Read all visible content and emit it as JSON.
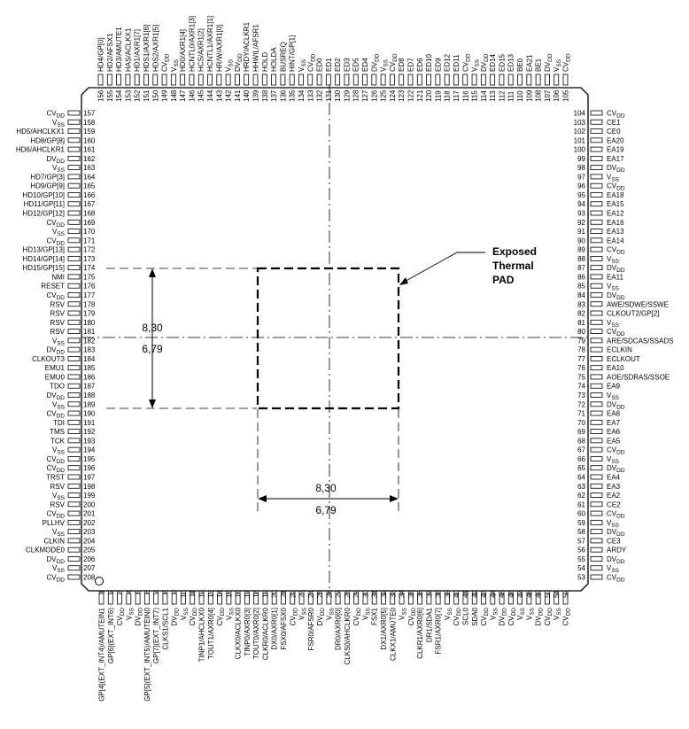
{
  "title": "",
  "pad_label": [
    "Exposed",
    "Thermal",
    "PAD"
  ],
  "dimensions": {
    "vertical_top": "8,30",
    "vertical_bottom": "6,79",
    "horizontal_top": "8,30",
    "horizontal_bottom": "6,79"
  },
  "pins": {
    "left": [
      {
        "n": "157",
        "s": "CV_DD"
      },
      {
        "n": "158",
        "s": "V_SS"
      },
      {
        "n": "159",
        "s": "HD5/AHCLKX1"
      },
      {
        "n": "160",
        "s": "HD8/GP[8]"
      },
      {
        "n": "161",
        "s": "HD6/AHCLKR1"
      },
      {
        "n": "162",
        "s": "DV_DD"
      },
      {
        "n": "163",
        "s": "V_SS"
      },
      {
        "n": "164",
        "s": "HD7/GP[3]"
      },
      {
        "n": "165",
        "s": "HD9/GP[9]"
      },
      {
        "n": "166",
        "s": "HD10/GP[10]"
      },
      {
        "n": "167",
        "s": "HD11/GP[11]"
      },
      {
        "n": "168",
        "s": "HD12/GP[12]"
      },
      {
        "n": "169",
        "s": "CV_DD"
      },
      {
        "n": "170",
        "s": "V_SS"
      },
      {
        "n": "171",
        "s": "CV_DD"
      },
      {
        "n": "172",
        "s": "HD13/GP[13]"
      },
      {
        "n": "173",
        "s": "HD14/GP[14]"
      },
      {
        "n": "174",
        "s": "HD15/GP[15]"
      },
      {
        "n": "175",
        "s": "NMI"
      },
      {
        "n": "176",
        "s": "RESET"
      },
      {
        "n": "177",
        "s": "CV_DD"
      },
      {
        "n": "178",
        "s": "RSV"
      },
      {
        "n": "179",
        "s": "RSV"
      },
      {
        "n": "180",
        "s": "RSV"
      },
      {
        "n": "181",
        "s": "RSV"
      },
      {
        "n": "182",
        "s": "V_SS"
      },
      {
        "n": "183",
        "s": "DV_DD"
      },
      {
        "n": "184",
        "s": "CLKOUT3"
      },
      {
        "n": "185",
        "s": "EMU1"
      },
      {
        "n": "186",
        "s": "EMU0"
      },
      {
        "n": "187",
        "s": "TDO"
      },
      {
        "n": "188",
        "s": "DV_DD"
      },
      {
        "n": "189",
        "s": "V_SS"
      },
      {
        "n": "190",
        "s": "CV_DD"
      },
      {
        "n": "191",
        "s": "TDI"
      },
      {
        "n": "192",
        "s": "TMS"
      },
      {
        "n": "193",
        "s": "TCK"
      },
      {
        "n": "194",
        "s": "V_SS"
      },
      {
        "n": "195",
        "s": "CV_DD"
      },
      {
        "n": "196",
        "s": "CV_DD"
      },
      {
        "n": "197",
        "s": "TRST"
      },
      {
        "n": "198",
        "s": "RSV"
      },
      {
        "n": "199",
        "s": "V_SS"
      },
      {
        "n": "200",
        "s": "RSV"
      },
      {
        "n": "201",
        "s": "CV_DD"
      },
      {
        "n": "202",
        "s": "PLLHV"
      },
      {
        "n": "203",
        "s": "V_SS"
      },
      {
        "n": "204",
        "s": "CLKIN"
      },
      {
        "n": "205",
        "s": "CLKMODE0"
      },
      {
        "n": "206",
        "s": "DV_DD"
      },
      {
        "n": "207",
        "s": "V_SS"
      },
      {
        "n": "208",
        "s": "CV_DD"
      }
    ],
    "right": [
      {
        "n": "104",
        "s": "CV_DD"
      },
      {
        "n": "103",
        "s": "CE1"
      },
      {
        "n": "102",
        "s": "CE0"
      },
      {
        "n": "101",
        "s": "EA20"
      },
      {
        "n": "100",
        "s": "EA19"
      },
      {
        "n": "99",
        "s": "EA17"
      },
      {
        "n": "98",
        "s": "DV_DD"
      },
      {
        "n": "97",
        "s": "V_SS"
      },
      {
        "n": "96",
        "s": "CV_DD"
      },
      {
        "n": "95",
        "s": "EA18"
      },
      {
        "n": "94",
        "s": "EA15"
      },
      {
        "n": "93",
        "s": "EA12"
      },
      {
        "n": "92",
        "s": "EA16"
      },
      {
        "n": "91",
        "s": "EA13"
      },
      {
        "n": "90",
        "s": "EA14"
      },
      {
        "n": "89",
        "s": "CV_DD"
      },
      {
        "n": "88",
        "s": "V_SS"
      },
      {
        "n": "87",
        "s": "DV_DD"
      },
      {
        "n": "86",
        "s": "EA11"
      },
      {
        "n": "85",
        "s": "V_SS"
      },
      {
        "n": "84",
        "s": "DV_DD"
      },
      {
        "n": "83",
        "s": "AWE/SDWE/SSWE"
      },
      {
        "n": "82",
        "s": "CLKOUT2/GP[2]"
      },
      {
        "n": "81",
        "s": "V_SS"
      },
      {
        "n": "80",
        "s": "CV_DD"
      },
      {
        "n": "79",
        "s": "ARE/SDCAS/SSADS"
      },
      {
        "n": "78",
        "s": "ECLKIN"
      },
      {
        "n": "77",
        "s": "ECLKOUT"
      },
      {
        "n": "76",
        "s": "EA10"
      },
      {
        "n": "75",
        "s": "AOE/SDRAS/SSOE"
      },
      {
        "n": "74",
        "s": "EA9"
      },
      {
        "n": "73",
        "s": "V_SS"
      },
      {
        "n": "72",
        "s": "DV_DD"
      },
      {
        "n": "71",
        "s": "EA8"
      },
      {
        "n": "70",
        "s": "EA7"
      },
      {
        "n": "69",
        "s": "EA6"
      },
      {
        "n": "68",
        "s": "EA5"
      },
      {
        "n": "67",
        "s": "CV_DD"
      },
      {
        "n": "66",
        "s": "V_SS"
      },
      {
        "n": "65",
        "s": "DV_DD"
      },
      {
        "n": "64",
        "s": "EA4"
      },
      {
        "n": "63",
        "s": "EA3"
      },
      {
        "n": "62",
        "s": "EA2"
      },
      {
        "n": "61",
        "s": "CE2"
      },
      {
        "n": "60",
        "s": "CV_DD"
      },
      {
        "n": "59",
        "s": "V_SS"
      },
      {
        "n": "58",
        "s": "DV_DD"
      },
      {
        "n": "57",
        "s": "CE3"
      },
      {
        "n": "56",
        "s": "ARDY"
      },
      {
        "n": "55",
        "s": "DV_DD"
      },
      {
        "n": "54",
        "s": "V_SS"
      },
      {
        "n": "53",
        "s": "CV_DD"
      }
    ],
    "top": [
      {
        "n": "156",
        "s": "HD4/GP[0]"
      },
      {
        "n": "155",
        "s": "HD2/AFSX1"
      },
      {
        "n": "154",
        "s": "HD3/AMUTE1"
      },
      {
        "n": "153",
        "s": "HAS/ACLKX1"
      },
      {
        "n": "152",
        "s": "HD1/AXR1[7]"
      },
      {
        "n": "151",
        "s": "HDS1/AXR1[6]"
      },
      {
        "n": "150",
        "s": "HDS2/AXR1[5]"
      },
      {
        "n": "149",
        "s": "CV_DD"
      },
      {
        "n": "148",
        "s": "V_SS"
      },
      {
        "n": "147",
        "s": "HD0/AXR1[4]"
      },
      {
        "n": "146",
        "s": "HCNTL0/AXR1[3]"
      },
      {
        "n": "145",
        "s": "HCS/AXR1[2]"
      },
      {
        "n": "144",
        "s": "HCNTL1/AXR1[1]"
      },
      {
        "n": "143",
        "s": "HR/W/AXR1[0]"
      },
      {
        "n": "142",
        "s": "V_SS"
      },
      {
        "n": "141",
        "s": "DV_DD"
      },
      {
        "n": "140",
        "s": "HRDY/ACLKR1"
      },
      {
        "n": "139",
        "s": "HHWIL/AFSR1"
      },
      {
        "n": "138",
        "s": "HOLD"
      },
      {
        "n": "137",
        "s": "HOLDA"
      },
      {
        "n": "136",
        "s": "BUSREQ"
      },
      {
        "n": "135",
        "s": "HINT/GP[1]"
      },
      {
        "n": "134",
        "s": "V_SS"
      },
      {
        "n": "133",
        "s": "CV_DD"
      },
      {
        "n": "132",
        "s": "ED0"
      },
      {
        "n": "131",
        "s": "ED1"
      },
      {
        "n": "130",
        "s": "ED2"
      },
      {
        "n": "129",
        "s": "ED3"
      },
      {
        "n": "128",
        "s": "ED5"
      },
      {
        "n": "127",
        "s": "ED4"
      },
      {
        "n": "126",
        "s": "DV_DD"
      },
      {
        "n": "125",
        "s": "V_SS"
      },
      {
        "n": "124",
        "s": "CV_DD"
      },
      {
        "n": "123",
        "s": "ED8"
      },
      {
        "n": "122",
        "s": "ED7"
      },
      {
        "n": "121",
        "s": "ED6"
      },
      {
        "n": "120",
        "s": "ED10"
      },
      {
        "n": "119",
        "s": "ED9"
      },
      {
        "n": "118",
        "s": "ED12"
      },
      {
        "n": "117",
        "s": "ED11"
      },
      {
        "n": "116",
        "s": "CV_DD"
      },
      {
        "n": "115",
        "s": "V_SS"
      },
      {
        "n": "114",
        "s": "DV_DD"
      },
      {
        "n": "113",
        "s": "ED14"
      },
      {
        "n": "112",
        "s": "ED15"
      },
      {
        "n": "111",
        "s": "ED13"
      },
      {
        "n": "110",
        "s": "BE0"
      },
      {
        "n": "109",
        "s": "EA21"
      },
      {
        "n": "108",
        "s": "BE1"
      },
      {
        "n": "107",
        "s": "DV_DD"
      },
      {
        "n": "106",
        "s": "V_SS"
      },
      {
        "n": "105",
        "s": "CV_DD"
      }
    ],
    "bottom": [
      {
        "n": "1",
        "s": "GP[4](EXT_INT4)/AMUTEIN1"
      },
      {
        "n": "2",
        "s": "GP[6](EXT_INT6)"
      },
      {
        "n": "3",
        "s": "CV_DD"
      },
      {
        "n": "4",
        "s": "V_SS"
      },
      {
        "n": "5",
        "s": "DV_DD"
      },
      {
        "n": "6",
        "s": "GP[5](EXT_INT5)/AMUTEIN0"
      },
      {
        "n": "7",
        "s": "GP[7](EXT_INT7)"
      },
      {
        "n": "8",
        "s": "CLKS1/SCL1"
      },
      {
        "n": "9",
        "s": "DV_DD"
      },
      {
        "n": "10",
        "s": "V_SS"
      },
      {
        "n": "11",
        "s": "CV_DD"
      },
      {
        "n": "12",
        "s": "TINP1/AHCLKX0"
      },
      {
        "n": "13",
        "s": "TOUT1/AXR0[4]"
      },
      {
        "n": "14",
        "s": "CV_DD"
      },
      {
        "n": "15",
        "s": "V_SS"
      },
      {
        "n": "16",
        "s": "CLKX0/ACLKX0"
      },
      {
        "n": "17",
        "s": "TINP0/AXR0[3]"
      },
      {
        "n": "18",
        "s": "TOUT0/AXR0[2]"
      },
      {
        "n": "19",
        "s": "CLKR0/ACLKR0"
      },
      {
        "n": "20",
        "s": "DX0/AXR0[1]"
      },
      {
        "n": "21",
        "s": "FSX0/AFSX0"
      },
      {
        "n": "22",
        "s": "CV_DD"
      },
      {
        "n": "23",
        "s": "V_SS"
      },
      {
        "n": "24",
        "s": "FSR0/AFSR0"
      },
      {
        "n": "25",
        "s": "DV_DD"
      },
      {
        "n": "26",
        "s": "V_SS"
      },
      {
        "n": "27",
        "s": "DR0/AXR0[0]"
      },
      {
        "n": "28",
        "s": "CLKS0/AHCLKR0"
      },
      {
        "n": "29",
        "s": "CV_DD"
      },
      {
        "n": "30",
        "s": "V_SS"
      },
      {
        "n": "31",
        "s": "FSX1"
      },
      {
        "n": "32",
        "s": "DX1/AXR0[5]"
      },
      {
        "n": "33",
        "s": "CLKX1/AMUTE0"
      },
      {
        "n": "34",
        "s": "V_SS"
      },
      {
        "n": "35",
        "s": "CV_DD"
      },
      {
        "n": "36",
        "s": "CLKR1/AXR0[6]"
      },
      {
        "n": "37",
        "s": "DR1/SDA1"
      },
      {
        "n": "38",
        "s": "FSR1/AXR0[7]"
      },
      {
        "n": "39",
        "s": "V_SS"
      },
      {
        "n": "40",
        "s": "CV_DD"
      },
      {
        "n": "41",
        "s": "SCL0"
      },
      {
        "n": "42",
        "s": "SDA0"
      },
      {
        "n": "43",
        "s": "CV_DD"
      },
      {
        "n": "44",
        "s": "V_SS"
      },
      {
        "n": "45",
        "s": "DV_DD"
      },
      {
        "n": "46",
        "s": "CV_DD"
      },
      {
        "n": "47",
        "s": "V_SS"
      },
      {
        "n": "48",
        "s": "V_SS"
      },
      {
        "n": "49",
        "s": "DV_DD"
      },
      {
        "n": "50",
        "s": "CV_DD"
      },
      {
        "n": "51",
        "s": "V_SS"
      },
      {
        "n": "52",
        "s": "CV_DD"
      }
    ]
  }
}
